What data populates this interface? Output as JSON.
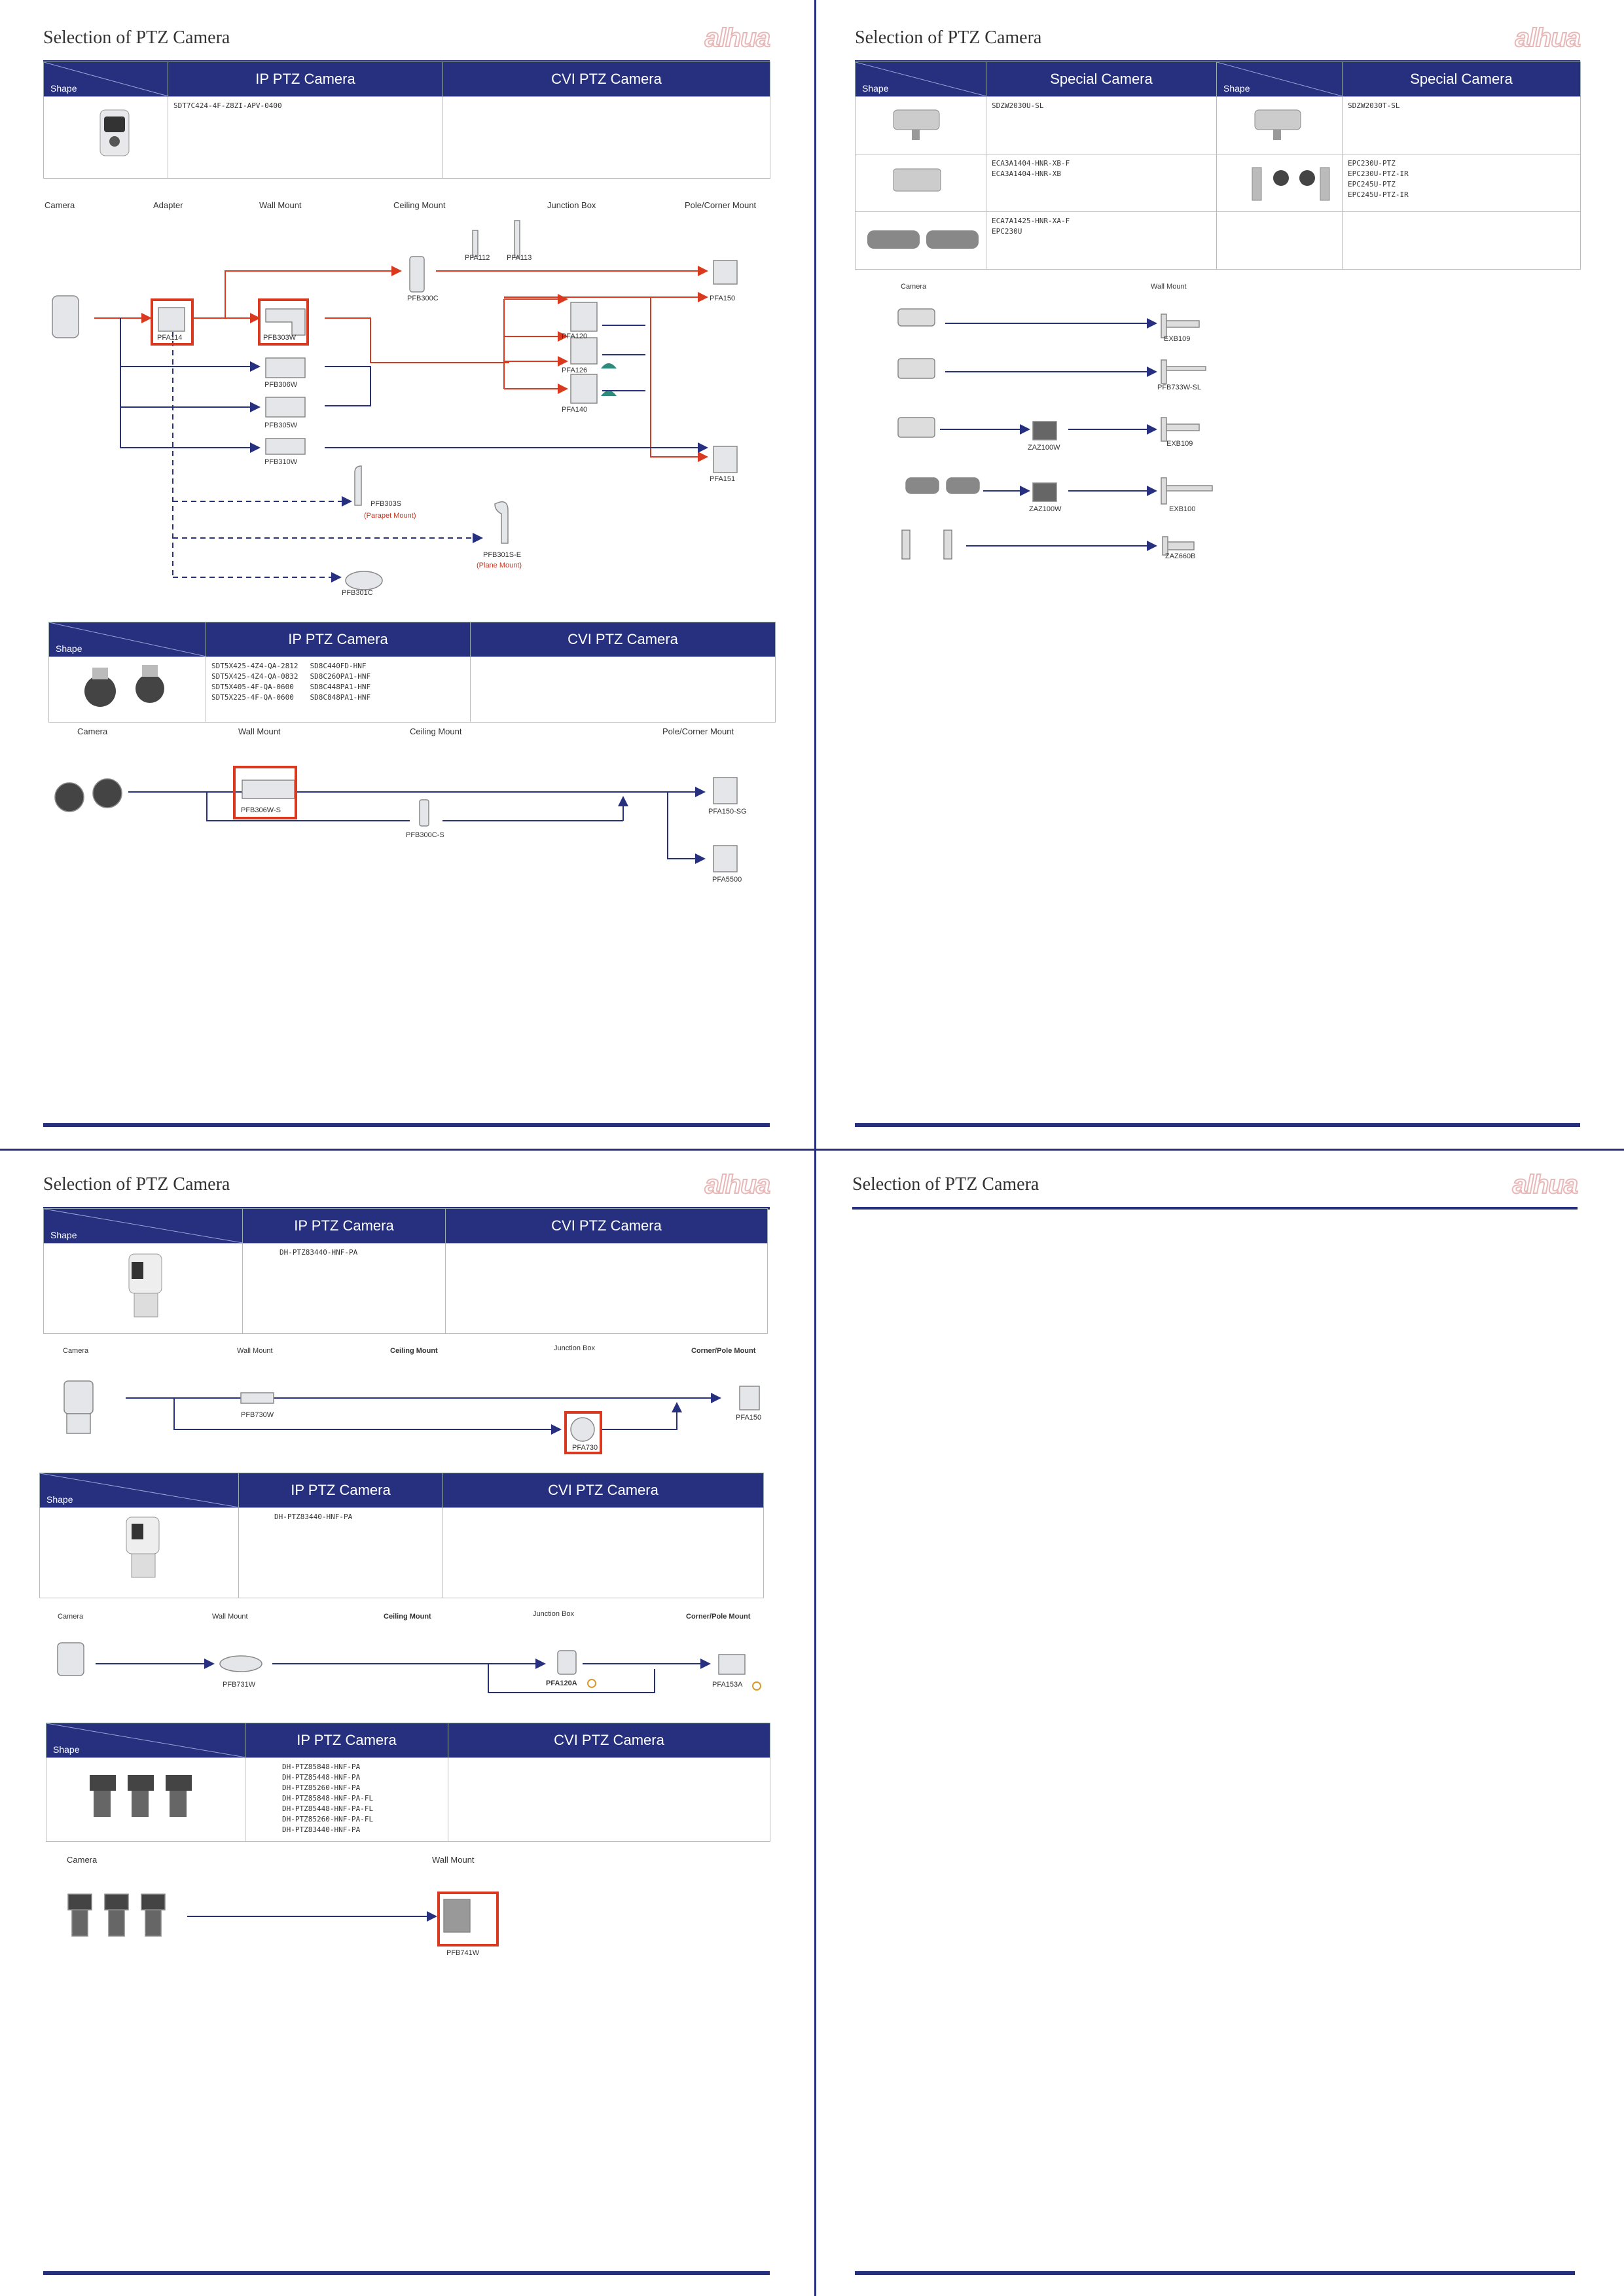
{
  "page_title": "Selection of PTZ Camera",
  "brand": "alhua",
  "colors": {
    "navy": "#26307e",
    "red": "#d8391f",
    "blue_line": "#26307e"
  },
  "q1": {
    "table1": {
      "shape": "Shape",
      "ip": "IP PTZ Camera",
      "cvi": "CVI PTZ Camera",
      "ip_models": "SDT7C424-4F-Z8ZI-APV-0400"
    },
    "cols1": [
      "Camera",
      "Adapter",
      "Wall Mount",
      "Ceiling Mount",
      "Junction Box",
      "Pole/Corner Mount"
    ],
    "labels1": {
      "pfa114": "PFA114",
      "pfb303w": "PFB303W",
      "pfb306w": "PFB306W",
      "pfb305w": "PFB305W",
      "pfb310w": "PFB310W",
      "pfb300c": "PFB300C",
      "pfa112": "PFA112",
      "pfa113": "PFA113",
      "pfa120": "PFA120",
      "pfa126": "PFA126",
      "pfa140": "PFA140",
      "pfa150": "PFA150",
      "pfa151": "PFA151",
      "pfb303s": "PFB303S",
      "parapet": "(Parapet Mount)",
      "pfb301se": "PFB301S-E",
      "plane": "(Plane Mount)",
      "pfb301c": "PFB301C"
    },
    "table2": {
      "shape": "Shape",
      "ip": "IP PTZ Camera",
      "cvi": "CVI PTZ Camera",
      "ip_col1": "SDT5X425-4Z4-QA-2812\nSDT5X425-4Z4-QA-0832\nSDT5X405-4F-QA-0600\nSDT5X225-4F-QA-0600",
      "ip_col2": "SD8C440FD-HNF\nSD8C260PA1-HNF\nSD8C448PA1-HNF\nSD8C848PA1-HNF"
    },
    "cols2": [
      "Camera",
      "Wall Mount",
      "Ceiling Mount",
      "Pole/Corner Mount"
    ],
    "labels2": {
      "pfb306ws": "PFB306W-S",
      "pfb300cs": "PFB300C-S",
      "pfa150sg": "PFA150-SG",
      "pfa5500": "PFA5500"
    }
  },
  "q2": {
    "table": {
      "shape_l": "Shape",
      "special_l": "Special Camera",
      "shape_r": "Shape",
      "special_r": "Special Camera",
      "r1_l": "SDZW2030U-SL",
      "r1_r": "SDZW2030T-SL",
      "r2_l": "ECA3A1404-HNR-XB-F\nECA3A1404-HNR-XB",
      "r2_r": "EPC230U-PTZ\nEPC230U-PTZ-IR\nEPC245U-PTZ\nEPC245U-PTZ-IR",
      "r3_l": "ECA7A1425-HNR-XA-F\nEPC230U"
    },
    "cols": [
      "Camera",
      "Wall Mount"
    ],
    "labels": {
      "exb109a": "EXB109",
      "pfb733w": "PFB733W-SL",
      "zaz100w_a": "ZAZ100W",
      "exb109b": "EXB109",
      "zaz100w_b": "ZAZ100W",
      "exb100": "EXB100",
      "zaz660b": "ZAZ660B"
    }
  },
  "q3": {
    "t1": {
      "shape": "Shape",
      "ip": "IP PTZ Camera",
      "cvi": "CVI PTZ Camera",
      "ip_models": "DH-PTZ83440-HNF-PA"
    },
    "cols1": [
      "Camera",
      "Wall Mount",
      "Ceiling Mount",
      "Junction Box",
      "Corner/Pole  Mount"
    ],
    "labels1": {
      "pfb730w": "PFB730W",
      "pfa730": "PFA730",
      "pfa150": "PFA150"
    },
    "t2": {
      "shape": "Shape",
      "ip": "IP PTZ Camera",
      "cvi": "CVI PTZ Camera",
      "ip_models": "DH-PTZ83440-HNF-PA"
    },
    "cols2": [
      "Camera",
      "Wall Mount",
      "Ceiling Mount",
      "Junction Box",
      "Corner/Pole  Mount"
    ],
    "labels2": {
      "pfb731w": "PFB731W",
      "pfa120a": "PFA120A",
      "pfa153a": "PFA153A"
    },
    "t3": {
      "shape": "Shape",
      "ip": "IP PTZ Camera",
      "cvi": "CVI PTZ Camera",
      "ip_models": "DH-PTZ85848-HNF-PA\nDH-PTZ85448-HNF-PA\nDH-PTZ85260-HNF-PA\nDH-PTZ85848-HNF-PA-FL\nDH-PTZ85448-HNF-PA-FL\nDH-PTZ85260-HNF-PA-FL\nDH-PTZ83440-HNF-PA"
    },
    "cols3": [
      "Camera",
      "Wall Mount"
    ],
    "labels3": {
      "pfb741w": "PFB741W"
    }
  }
}
